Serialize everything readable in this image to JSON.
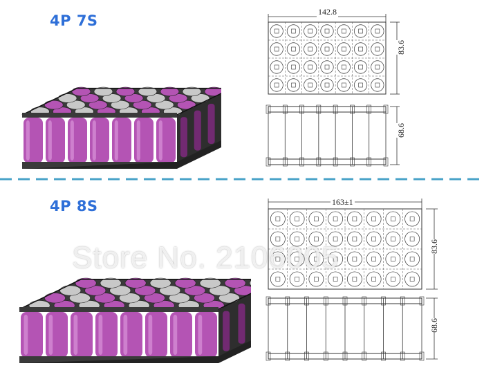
{
  "top": {
    "title": "4P 7S",
    "dims": {
      "width": "142.8",
      "height": "83.6",
      "depth": "68.6"
    },
    "cols": 7,
    "rows": 4
  },
  "bottom": {
    "title": "4P 8S",
    "dims": {
      "width": "163±1",
      "height": "83.6",
      "depth": "68.6"
    },
    "cols": 8,
    "rows": 4
  },
  "watermark": "Store No. 2106005",
  "colors": {
    "cell": "#b454b4",
    "cell_dark": "#7a2a7a",
    "holder": "#3a3a3a",
    "holder_grey": "#c8c8c8",
    "title": "#2e6fd8",
    "divider": "#4aa3c8"
  }
}
